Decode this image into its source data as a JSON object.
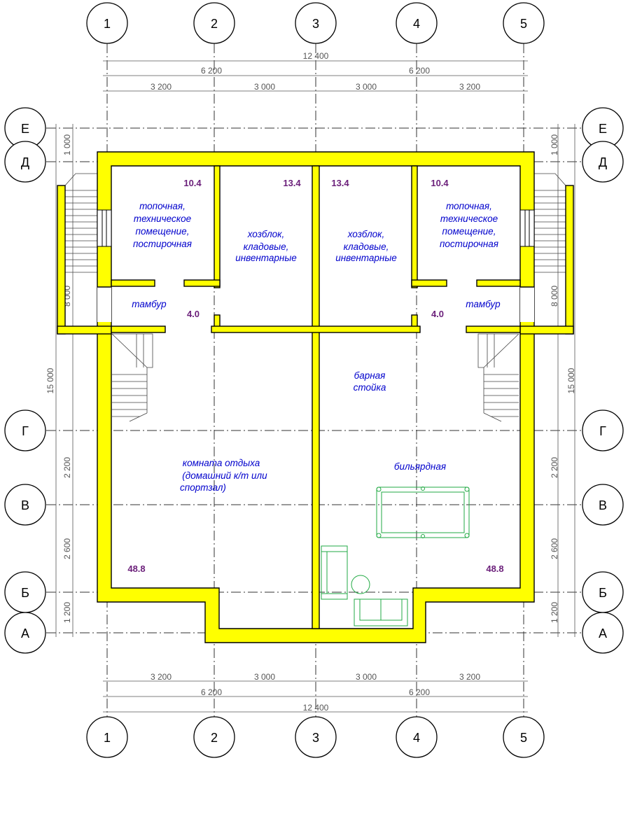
{
  "axes": {
    "vertical": [
      "1",
      "2",
      "3",
      "4",
      "5"
    ],
    "horizontal": [
      "Е",
      "Д",
      "Г",
      "В",
      "Б",
      "А"
    ]
  },
  "dimensions": {
    "top_total": "12 400",
    "top_halves": [
      "6 200",
      "6 200"
    ],
    "top_spans": [
      "3 200",
      "3 000",
      "3 000",
      "3 200"
    ],
    "bottom_spans": [
      "3 200",
      "3 000",
      "3 000",
      "3 200"
    ],
    "bottom_halves": [
      "6 200",
      "6 200"
    ],
    "bottom_total": "12 400",
    "left_small": "1 000",
    "left_mid": "8 000",
    "left_total": "15 000",
    "left_lower": [
      "2 200",
      "2 600",
      "1 200"
    ],
    "right_small": "1 000",
    "right_mid": "8 000",
    "right_total": "15 000",
    "right_lower": [
      "2 200",
      "2 600",
      "1 200"
    ]
  },
  "rooms": {
    "boiler_left": [
      "топочная,",
      "техническое",
      "помещение,",
      "постирочная"
    ],
    "storage_left": [
      "хозблок,",
      "кладовые,",
      "инвентарные"
    ],
    "storage_right": [
      "хозблок,",
      "кладовые,",
      "инвентарные"
    ],
    "boiler_right": [
      "топочная,",
      "техническое",
      "помещение,",
      "постирочная"
    ],
    "vestibule_left": "тамбур",
    "vestibule_right": "тамбур",
    "bar": [
      "барная",
      "стойка"
    ],
    "lounge": [
      "комната отдыха",
      "(домашний к/т или",
      "спортзал)"
    ],
    "billiard": "бильярдная"
  },
  "areas": {
    "boiler_left": "10.4",
    "storage_left": "13.4",
    "storage_right": "13.4",
    "boiler_right": "10.4",
    "vestibule_left": "4.0",
    "vestibule_right": "4.0",
    "lounge": "48.8",
    "billiard": "48.8"
  },
  "colors": {
    "wall_fill": "#ffff00",
    "room_text": "#0000cc",
    "area_text": "#6b1f7a",
    "furniture": "#22aa44"
  }
}
